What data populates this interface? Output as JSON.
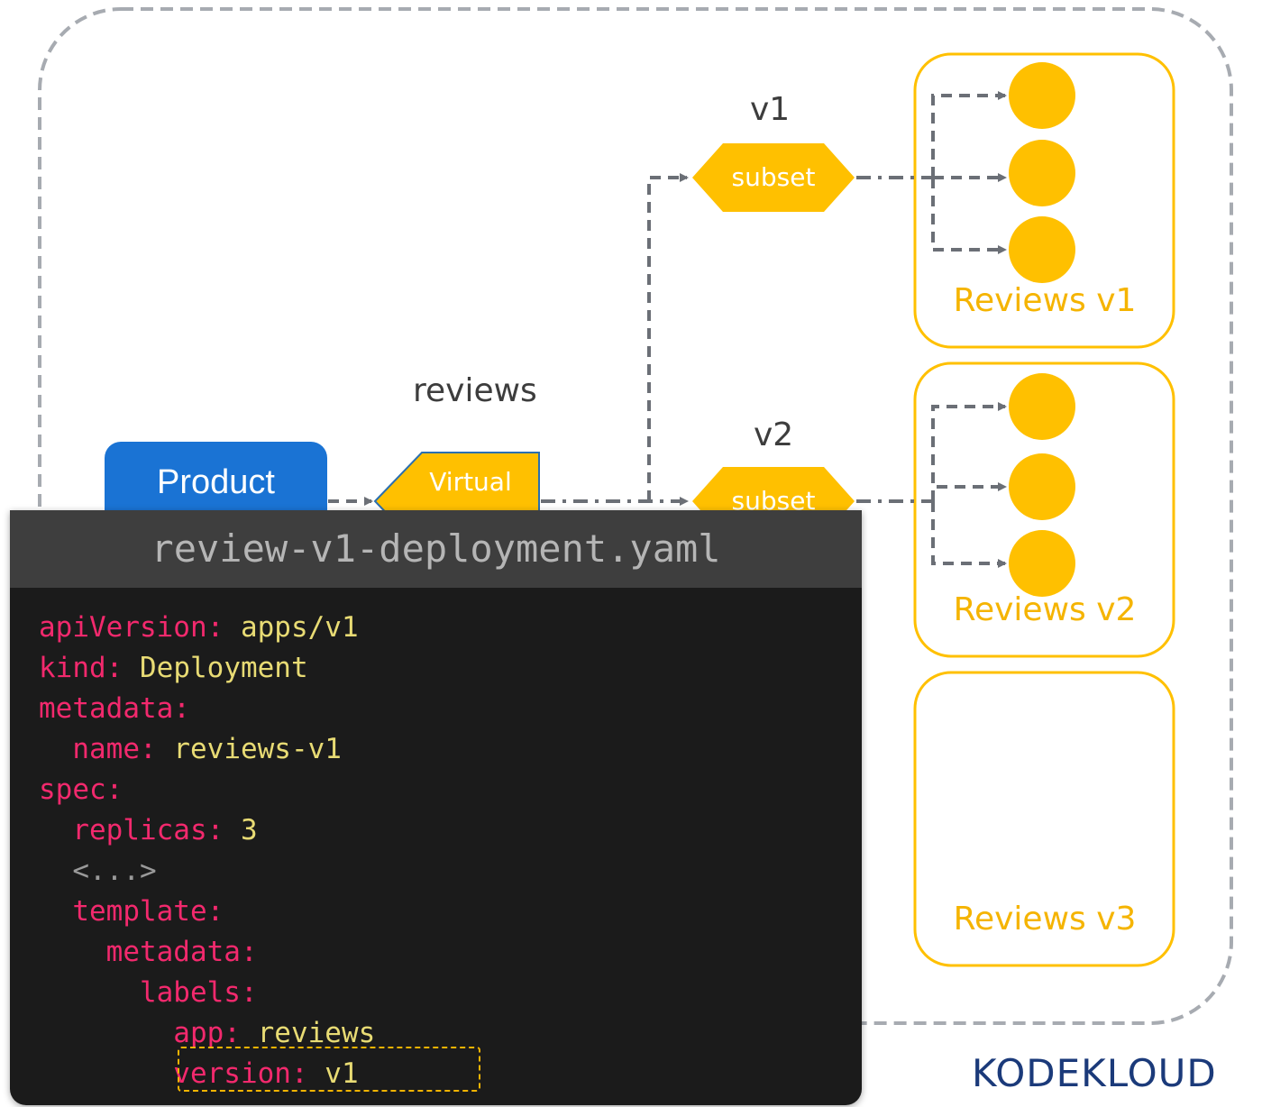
{
  "diagram": {
    "service_name": "reviews",
    "product_label": "Product",
    "virtual_label": "Virtual",
    "subsets": [
      {
        "version": "v1",
        "label": "subset"
      },
      {
        "version": "v2",
        "label": "subset"
      }
    ],
    "groups": [
      {
        "label": "Reviews v1",
        "pods": 3
      },
      {
        "label": "Reviews v2",
        "pods": 3
      },
      {
        "label": "Reviews v3",
        "pods": 0
      }
    ],
    "colors": {
      "accent": "#ffc000",
      "product": "#1a73d4",
      "arrow": "#6b6f76",
      "border": "#a7abb1"
    }
  },
  "editor": {
    "filename": "review-v1-deployment.yaml",
    "lines": [
      {
        "key": "apiVersion:",
        "value": "apps/v1"
      },
      {
        "key": "kind:",
        "value": "Deployment"
      },
      {
        "key": "metadata:",
        "value": ""
      },
      {
        "key": "  name:",
        "value": "reviews-v1"
      },
      {
        "key": "spec:",
        "value": ""
      },
      {
        "key": "  replicas:",
        "value": "3"
      },
      {
        "key": "",
        "value": "",
        "comment": "  <...>"
      },
      {
        "key": "  template:",
        "value": ""
      },
      {
        "key": "    metadata:",
        "value": ""
      },
      {
        "key": "      labels:",
        "value": ""
      },
      {
        "key": "        app:",
        "value": "reviews"
      },
      {
        "key": "        version:",
        "value": "v1"
      }
    ]
  },
  "logo": {
    "text": "KODEKLOUD"
  }
}
